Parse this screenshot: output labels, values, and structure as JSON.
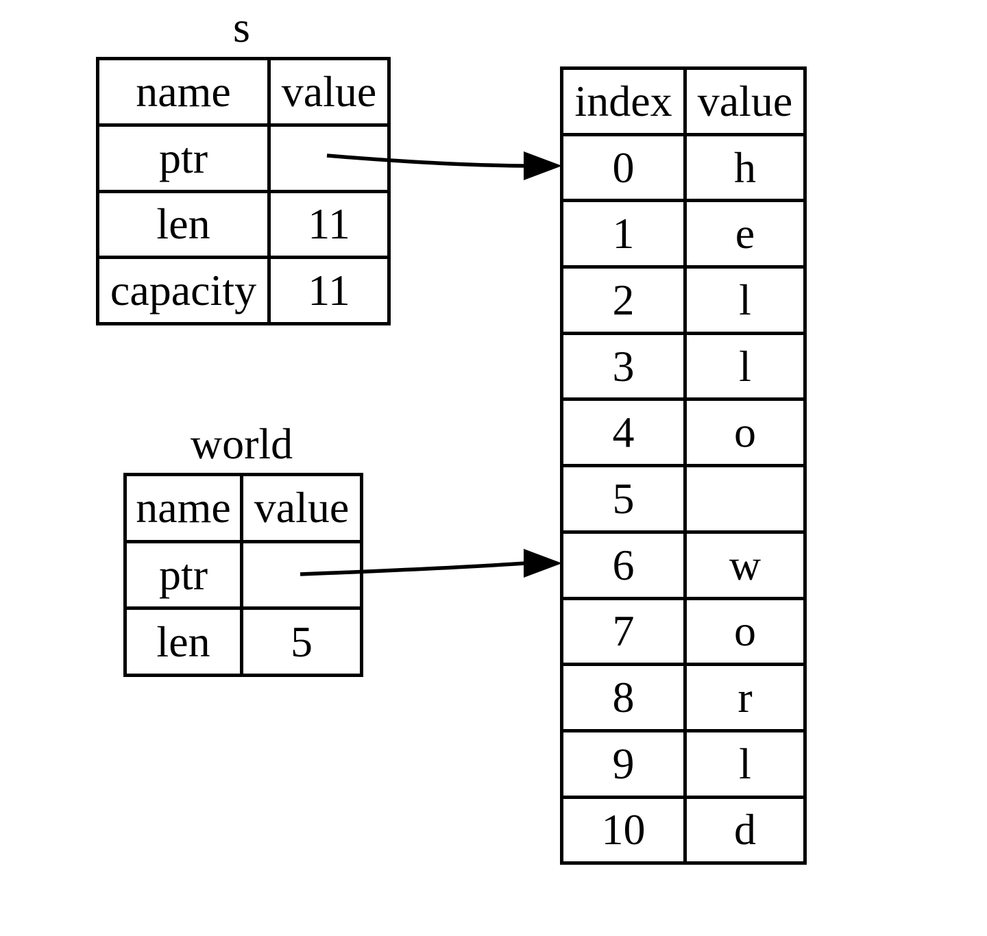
{
  "s_table": {
    "title": "s",
    "headers": [
      "name",
      "value"
    ],
    "rows": [
      {
        "name": "ptr",
        "value": ""
      },
      {
        "name": "len",
        "value": "11"
      },
      {
        "name": "capacity",
        "value": "11"
      }
    ]
  },
  "world_table": {
    "title": "world",
    "headers": [
      "name",
      "value"
    ],
    "rows": [
      {
        "name": "ptr",
        "value": ""
      },
      {
        "name": "len",
        "value": "5"
      }
    ]
  },
  "heap_table": {
    "headers": [
      "index",
      "value"
    ],
    "rows": [
      {
        "index": "0",
        "value": "h"
      },
      {
        "index": "1",
        "value": "e"
      },
      {
        "index": "2",
        "value": "l"
      },
      {
        "index": "3",
        "value": "l"
      },
      {
        "index": "4",
        "value": "o"
      },
      {
        "index": "5",
        "value": ""
      },
      {
        "index": "6",
        "value": "w"
      },
      {
        "index": "7",
        "value": "o"
      },
      {
        "index": "8",
        "value": "r"
      },
      {
        "index": "9",
        "value": "l"
      },
      {
        "index": "10",
        "value": "d"
      }
    ]
  },
  "arrows": [
    {
      "from": "s.ptr",
      "to": "index 0"
    },
    {
      "from": "world.ptr",
      "to": "index 6"
    }
  ],
  "colors": {
    "background": "#ffffff",
    "border": "#000000",
    "text": "#000000"
  }
}
